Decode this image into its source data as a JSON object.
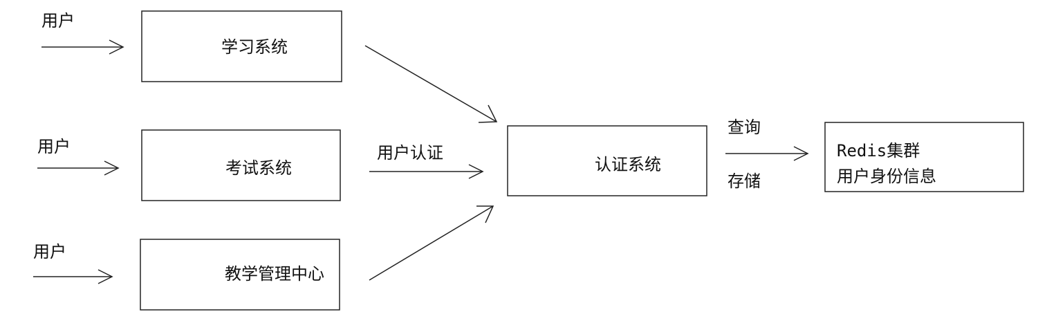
{
  "systems": {
    "learning": "学习系统",
    "exam": "考试系统",
    "teaching": "教学管理中心",
    "auth": "认证系统"
  },
  "users": {
    "user1": "用户",
    "user2": "用户",
    "user3": "用户"
  },
  "edges": {
    "user_auth": "用户认证",
    "query": "查询",
    "store": "存储"
  },
  "redis": {
    "line1": "Redis集群",
    "line2": "用户身份信息"
  },
  "colors": {
    "stroke": "#222222",
    "text": "#111111",
    "background": "#ffffff"
  }
}
